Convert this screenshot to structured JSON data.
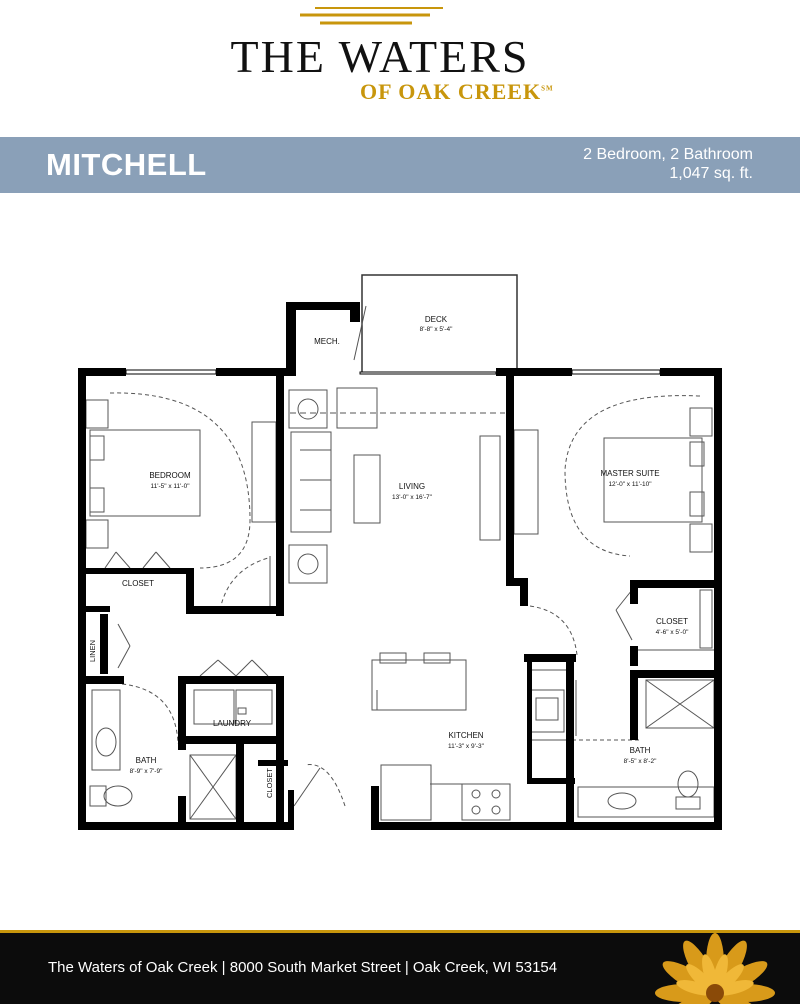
{
  "header": {
    "logo": {
      "line1": "THE WATERS",
      "line2": "OF OAK CREEK",
      "trademark": "SM"
    }
  },
  "banner": {
    "unit_name": "MITCHELL",
    "bed_bath": "2 Bedroom, 2 Bathroom",
    "area": "1,047 sq. ft."
  },
  "floorplan": {
    "rooms": {
      "deck": {
        "name": "DECK",
        "dims": "8'-8\" x 5'-4\""
      },
      "mech": {
        "name": "MECH."
      },
      "bedroom": {
        "name": "BEDROOM",
        "dims": "11'-5\" x 11'-0\""
      },
      "living": {
        "name": "LIVING",
        "dims": "13'-0\" x 16'-7\""
      },
      "master_suite": {
        "name": "MASTER SUITE",
        "dims": "12'-0\" x 11'-10\""
      },
      "closet_bedroom": {
        "name": "CLOSET"
      },
      "closet_master": {
        "name": "CLOSET",
        "dims": "4'-6\" x 5'-0\""
      },
      "linen": {
        "name": "LINEN"
      },
      "laundry": {
        "name": "LAUNDRY"
      },
      "kitchen": {
        "name": "KITCHEN",
        "dims": "11'-3\" x 9'-3\""
      },
      "bath_left": {
        "name": "BATH",
        "dims": "8'-9\" x 7'-9\""
      },
      "bath_right": {
        "name": "BATH",
        "dims": "8'-5\" x 8'-2\""
      },
      "closet_entry": {
        "name": "CLOSET"
      }
    }
  },
  "footer": {
    "address": "The Waters of Oak Creek  |  8000 South Market Street  |  Oak Creek, WI 53154"
  },
  "colors": {
    "banner": "#8aa0b8",
    "gold": "#c8960c",
    "footer": "#0c0c0c"
  }
}
